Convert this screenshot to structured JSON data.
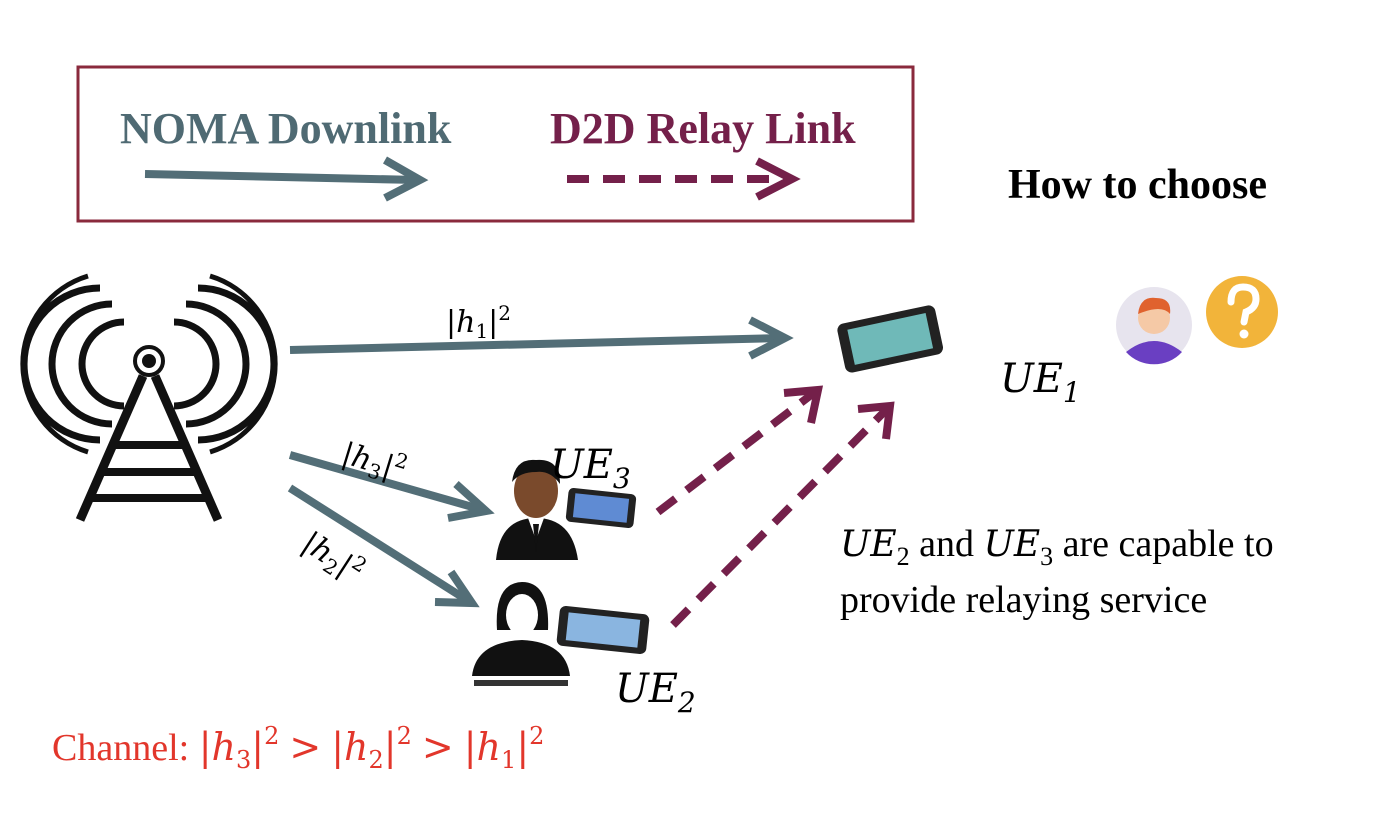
{
  "legend": {
    "noma_label": "NOMA Downlink",
    "d2d_label": "D2D Relay Link"
  },
  "question": "How to choose",
  "channel_labels": {
    "h1": "h",
    "h1_sub": "1",
    "h3": "h",
    "h3_sub": "3",
    "h2": "h",
    "h2_sub": "2",
    "exp": "2"
  },
  "ue": {
    "ue1": "UE",
    "ue1_sub": "1",
    "ue2": "UE",
    "ue2_sub": "2",
    "ue3": "UE",
    "ue3_sub": "3"
  },
  "note": {
    "ue_a": "UE",
    "ue_a_sub": "2",
    "and": " and ",
    "ue_b": "UE",
    "ue_b_sub": "3",
    "line1_rest": " are capable to",
    "line2": "provide relaying service"
  },
  "channel_order": {
    "prefix": "Channel: ",
    "gt": ">"
  },
  "colors": {
    "noma": "#536e77",
    "d2d": "#74204a",
    "box_border": "#8a2a3c",
    "channel_text": "#e2362b",
    "phone_screen": "#6fb9b8",
    "help_icon": "#f2b43a"
  },
  "icons": {
    "base_station": "tower-antenna-icon",
    "phone": "smartphone-icon",
    "avatar": "avatar-icon",
    "help": "question-mark-icon"
  }
}
